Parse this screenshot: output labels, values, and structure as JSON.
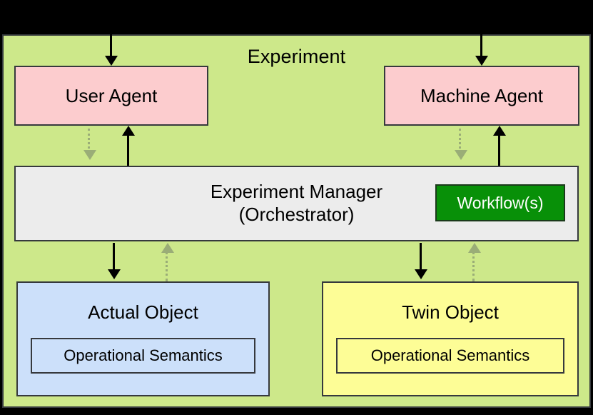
{
  "diagram": {
    "title": "Experiment",
    "container": {
      "label": "Experiment",
      "fill": "#cde88a",
      "stroke": "#36393d"
    },
    "nodes": {
      "user_agent": {
        "label": "User Agent",
        "fill": "#fcccce"
      },
      "machine_agent": {
        "label": "Machine Agent",
        "fill": "#fcccce"
      },
      "experiment_manager": {
        "line1": "Experiment Manager",
        "line2": "(Orchestrator)",
        "fill": "#ececec"
      },
      "workflows": {
        "label": "Workflow(s)",
        "fill": "#089008",
        "text_color": "#ffffff"
      },
      "actual_object": {
        "label": "Actual Object",
        "fill": "#cce0fa",
        "inner": {
          "label": "Operational Semantics"
        }
      },
      "twin_object": {
        "label": "Twin Object",
        "fill": "#fdfd96",
        "inner": {
          "label": "Operational Semantics"
        }
      }
    },
    "edges": {
      "external_to_user_agent": {
        "style": "solid",
        "direction": "down",
        "color": "#000000"
      },
      "external_to_machine_agent": {
        "style": "solid",
        "direction": "down",
        "color": "#000000"
      },
      "manager_to_user_agent": {
        "style": "dotted",
        "direction": "down",
        "color": "#9aad77"
      },
      "user_agent_to_manager": {
        "style": "solid",
        "direction": "up",
        "color": "#000000"
      },
      "manager_to_machine_agent": {
        "style": "dotted",
        "direction": "down",
        "color": "#9aad77"
      },
      "machine_agent_to_manager": {
        "style": "solid",
        "direction": "up",
        "color": "#000000"
      },
      "manager_to_actual_object": {
        "style": "solid",
        "direction": "down",
        "color": "#000000"
      },
      "actual_object_to_manager": {
        "style": "dotted",
        "direction": "up",
        "color": "#9aad77"
      },
      "manager_to_twin_object": {
        "style": "solid",
        "direction": "down",
        "color": "#000000"
      },
      "twin_object_to_manager": {
        "style": "dotted",
        "direction": "up",
        "color": "#9aad77"
      }
    }
  }
}
